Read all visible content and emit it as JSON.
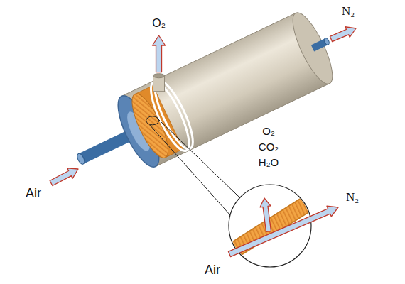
{
  "diagram": {
    "labels": [
      "O₂",
      "N₂",
      "Air",
      "O₂",
      "CO₂",
      "H₂O",
      "N₂",
      "Air"
    ]
  }
}
